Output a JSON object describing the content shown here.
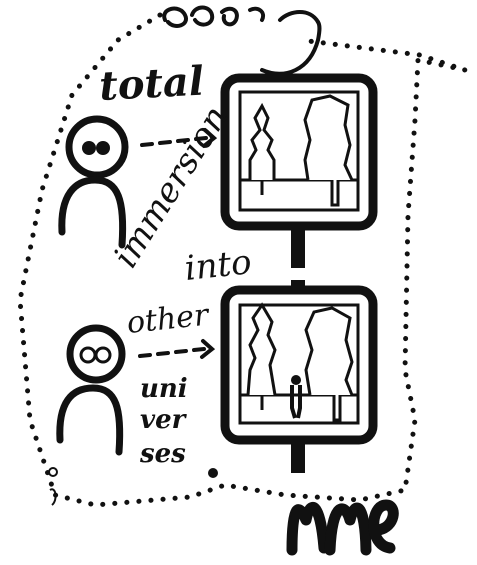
{
  "words": {
    "total": "total",
    "immersion": "immersion",
    "into": "into",
    "other": "other",
    "uni": "uni",
    "ver": "ver",
    "ses": "ses"
  },
  "colors": {
    "ink": "#111111",
    "paper": "#ffffff",
    "tv_screen": "#ffffff"
  },
  "icons": [
    "viewer-figure-icon",
    "dashed-arrow-icon",
    "tv-forest-icon",
    "tv-forest-person-icon",
    "dotted-frame-icon"
  ]
}
